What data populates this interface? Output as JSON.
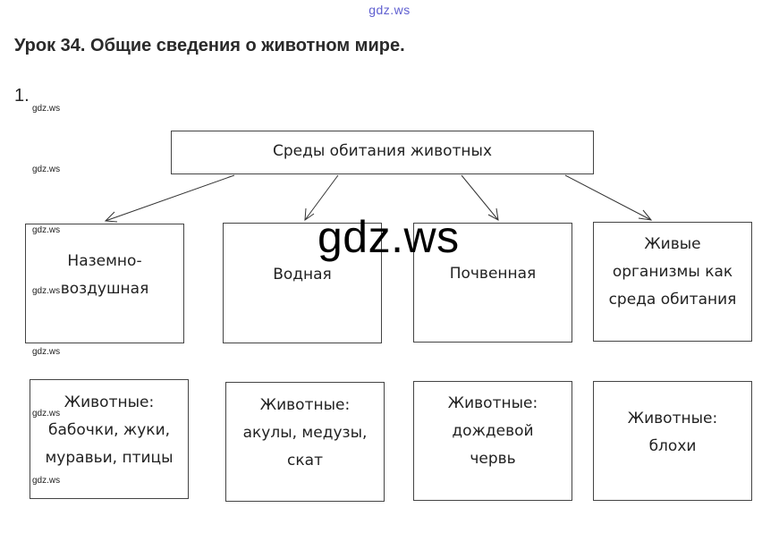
{
  "watermark_top": "gdz.ws",
  "title": "Урок 34. Общие сведения о животном мире.",
  "task_number": "1.",
  "watermark_small": "gdz.ws",
  "watermark_big": "gdz.ws",
  "diagram": {
    "root": "Среды обитания животных",
    "habitats": [
      "Наземно-\nвоздушная",
      "Водная",
      "Почвенная",
      "Живые\nорганизмы как\nсреда обитания"
    ],
    "animals": [
      "Животные:\nбабочки, жуки,\nмуравьи, птицы",
      "Животные:\nакулы, медузы,\nскат",
      "Животные:\nдождевой\nчервь",
      "Животные:\nблохи"
    ]
  }
}
